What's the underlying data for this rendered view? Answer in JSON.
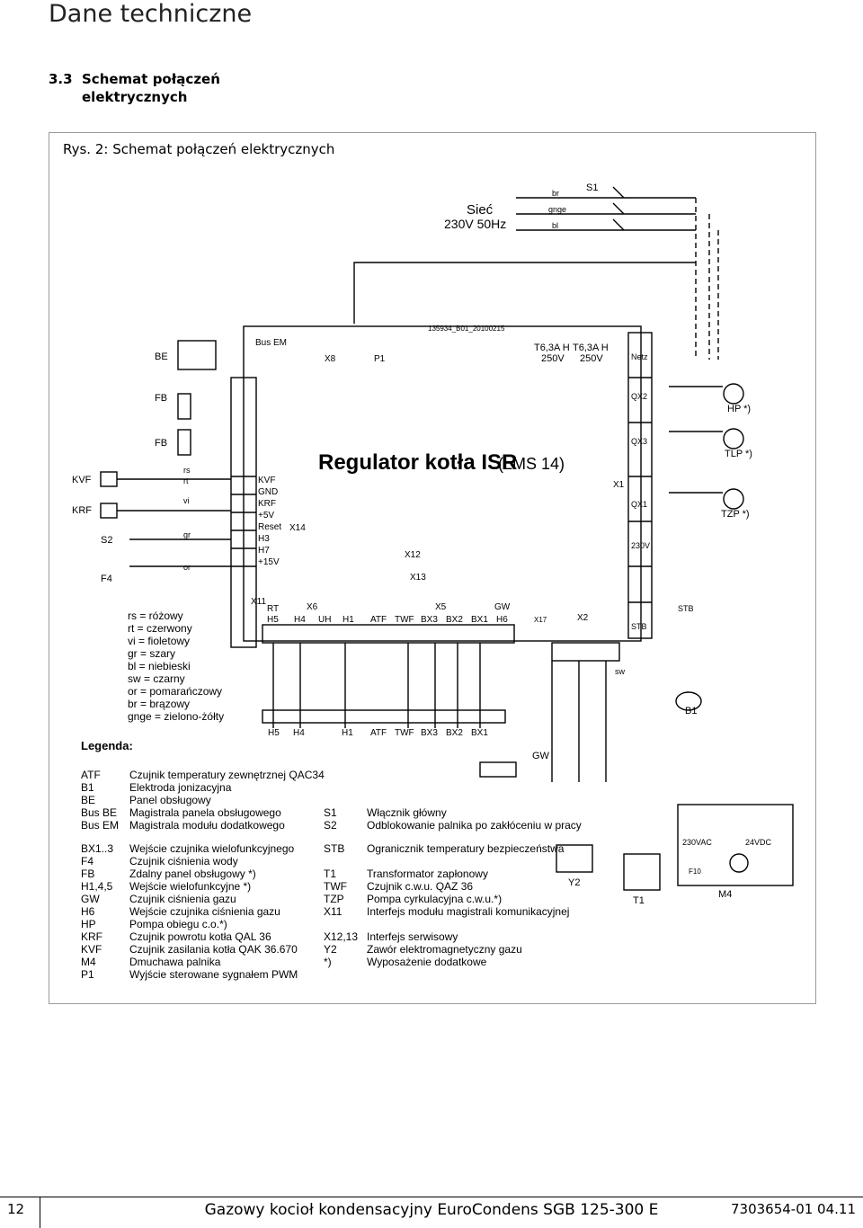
{
  "header": {
    "title": "Dane techniczne"
  },
  "section": {
    "number": "3.3",
    "title_line1": "Schemat połączeń",
    "title_line2": "elektrycznych"
  },
  "figure": {
    "caption": "Rys. 2: Schemat połączeń elektrycznych"
  },
  "diagram": {
    "main_title": "Regulator kotła ISR",
    "main_title_suffix": "(LMS 14)",
    "network_label": "Sieć",
    "network_voltage": "230V 50Hz",
    "switch_label": "S1",
    "part_code": "135934_B01_20100215",
    "fuse1": "T6,3A H",
    "fuse1_v": "250V",
    "fuse2": "T6,3A H",
    "fuse2_v": "250V",
    "connector_labels": [
      "Bus EM",
      "X8",
      "P1",
      "X14",
      "X12",
      "X13",
      "X11",
      "X1",
      "X2",
      "X5",
      "X6",
      "X17",
      "GW",
      "STB",
      "Netz",
      "QX2",
      "QX3",
      "QX1",
      "230V"
    ],
    "terminal_labels_left": [
      "KVF",
      "GND",
      "KRF",
      "+5V",
      "Reset",
      "H3",
      "H7",
      "+15V"
    ],
    "left_devices": [
      "BE",
      "FB",
      "FB",
      "KVF",
      "KRF",
      "S2",
      "F4"
    ],
    "bottom_group_top": [
      "RT",
      "X6",
      "X5",
      "GW"
    ],
    "bottom_terms": [
      "H5",
      "H4",
      "UH",
      "H1",
      "ATF",
      "TWF",
      "BX3",
      "BX2",
      "BX1",
      "H6"
    ],
    "bottom_sensors": [
      "H5",
      "H4",
      "H1",
      "ATF",
      "TWF",
      "BX3",
      "BX2",
      "BX1"
    ],
    "pumps": [
      {
        "label": "HP *)"
      },
      {
        "label": "TLP *)"
      },
      {
        "label": "TZP *)"
      }
    ],
    "other_labels": [
      "B1",
      "GW",
      "Y2",
      "T1",
      "M4",
      "230VAC",
      "24VDC",
      "F10",
      "STB"
    ],
    "wire_labels": [
      "br",
      "gnge",
      "bl",
      "rs",
      "rt",
      "vi",
      "gr",
      "or",
      "sw"
    ]
  },
  "colors_legend": [
    "rs = różowy",
    "rt = czerwony",
    "vi = fioletowy",
    "gr = szary",
    "bl = niebieski",
    "sw = czarny",
    "or = pomarańczowy",
    "br = brązowy",
    "gnge = zielono-żółty"
  ],
  "legend": {
    "title": "Legenda:",
    "left": [
      {
        "code": "ATF",
        "desc": "Czujnik temperatury zewnętrznej QAC34"
      },
      {
        "code": "B1",
        "desc": "Elektroda jonizacyjna"
      },
      {
        "code": "BE",
        "desc": "Panel obsługowy"
      },
      {
        "code": "Bus BE",
        "desc": "Magistrala panela obsługowego"
      },
      {
        "code": "Bus EM",
        "desc": "Magistrala modułu dodatkowego"
      },
      {
        "code": "BX1..3",
        "desc": "Wejście czujnika wielofunkcyjnego"
      },
      {
        "code": "F4",
        "desc": "Czujnik ciśnienia wody"
      },
      {
        "code": "FB",
        "desc": "Zdalny panel obsługowy *)"
      },
      {
        "code": "H1,4,5",
        "desc": "Wejście wielofunkcyjne *)"
      },
      {
        "code": "GW",
        "desc": "Czujnik ciśnienia gazu"
      },
      {
        "code": "H6",
        "desc": "Wejście czujnika ciśnienia gazu"
      },
      {
        "code": "HP",
        "desc": "Pompa obiegu c.o.*)"
      },
      {
        "code": "KRF",
        "desc": "Czujnik powrotu kotła QAL 36"
      },
      {
        "code": "KVF",
        "desc": "Czujnik zasilania kotła QAK 36.670"
      },
      {
        "code": "M4",
        "desc": "Dmuchawa palnika"
      },
      {
        "code": "P1",
        "desc": "Wyjście sterowane sygnałem PWM"
      }
    ],
    "right": [
      {
        "code": "S1",
        "desc": "Włącznik główny"
      },
      {
        "code": "S2",
        "desc": "Odblokowanie palnika po zakłóceniu w pracy"
      },
      {
        "code": "STB",
        "desc": "Ogranicznik temperatury bezpieczeństwa"
      },
      {
        "code": "T1",
        "desc": "Transformator zapłonowy"
      },
      {
        "code": "TWF",
        "desc": "Czujnik c.w.u. QAZ 36"
      },
      {
        "code": "TZP",
        "desc": "Pompa cyrkulacyjna c.w.u.*)"
      },
      {
        "code": "X11",
        "desc": "Interfejs modułu magistrali komunikacyjnej"
      },
      {
        "code": "X12,13",
        "desc": "Interfejs serwisowy"
      },
      {
        "code": "Y2",
        "desc": "Zawór elektromagnetyczny gazu"
      },
      {
        "code": "*)",
        "desc": "Wyposażenie dodatkowe"
      }
    ]
  },
  "footer": {
    "page_number": "12",
    "product": "Gazowy kocioł kondensacyjny EuroCondens SGB 125-300 E",
    "doc_number": "7303654-01 04.11"
  }
}
